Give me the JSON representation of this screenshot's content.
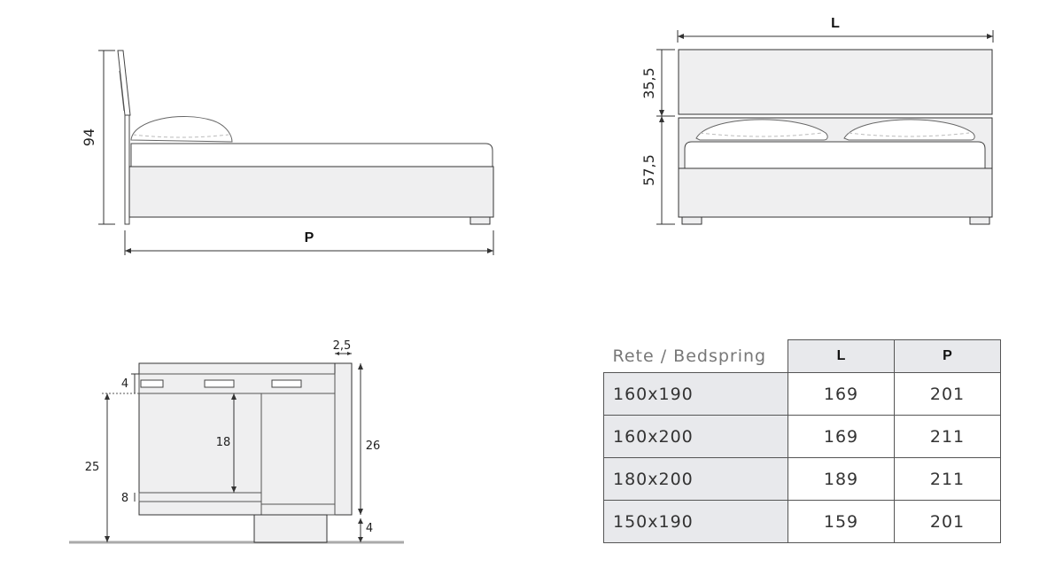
{
  "side_view": {
    "height_label": "94",
    "length_label": "P"
  },
  "front_view": {
    "width_label": "L",
    "headboard_height_label": "35,5",
    "base_height_label": "57,5"
  },
  "section_view": {
    "frame_thickness_label": "2,5",
    "top_label": "4",
    "inner_height_label": "18",
    "total_height_label": "26",
    "ground_height_label": "25",
    "bottom_label": "8",
    "foot_label": "4"
  },
  "sizes_table": {
    "header": {
      "name": "Rete / Bedspring",
      "l": "L",
      "p": "P"
    },
    "rows": [
      {
        "name": "160x190",
        "l": "169",
        "p": "201"
      },
      {
        "name": "160x200",
        "l": "169",
        "p": "211"
      },
      {
        "name": "180x200",
        "l": "189",
        "p": "211"
      },
      {
        "name": "150x190",
        "l": "159",
        "p": "201"
      }
    ]
  }
}
